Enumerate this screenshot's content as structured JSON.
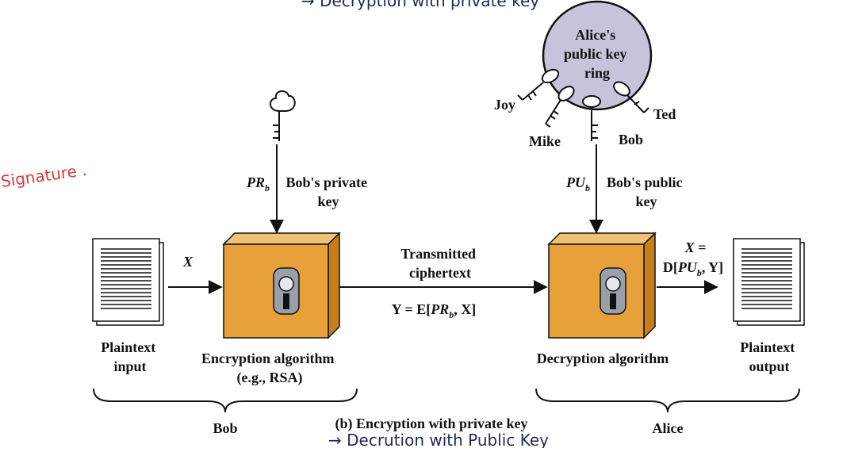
{
  "header_note": "→ Decryption with private key",
  "margin_note": "Signature .",
  "footer_note": "→ Decrution with Public Key",
  "caption": "(b) Encryption with private key",
  "ring": {
    "title": "Alice's public key ring",
    "lines": [
      "Alice's",
      "public key",
      "ring"
    ],
    "owners": [
      "Joy",
      "Mike",
      "Bob",
      "Ted"
    ]
  },
  "private_key": {
    "symbol": "PR",
    "sub": "b",
    "label_lines": [
      "Bob's private",
      "key"
    ]
  },
  "public_key": {
    "symbol": "PU",
    "sub": "b",
    "label_lines": [
      "Bob's public",
      "key"
    ]
  },
  "input_arrow_label": "X",
  "transmit_label_lines": [
    "Transmitted",
    "ciphertext"
  ],
  "cipher_eq": {
    "prefix": "Y = E[",
    "key": "PR",
    "sub": "b",
    "suffix": ", X]"
  },
  "output_eq": {
    "line1": "X =",
    "prefix": "D[",
    "key": "PU",
    "sub": "b",
    "suffix": ", Y]"
  },
  "plaintext_input": [
    "Plaintext",
    "input"
  ],
  "plaintext_output": [
    "Plaintext",
    "output"
  ],
  "encryption": [
    "Encryption algorithm",
    "(e.g., RSA)"
  ],
  "decryption": [
    "Decryption algorithm"
  ],
  "group_left": "Bob",
  "group_right": "Alice",
  "colors": {
    "box_front": "#E8A13A",
    "box_top": "#F2C274",
    "box_side": "#C97E1C",
    "ring_fill": "#C8C2DA",
    "ink_red": "#D93A3A",
    "ink_blue": "#1E2A5A"
  }
}
